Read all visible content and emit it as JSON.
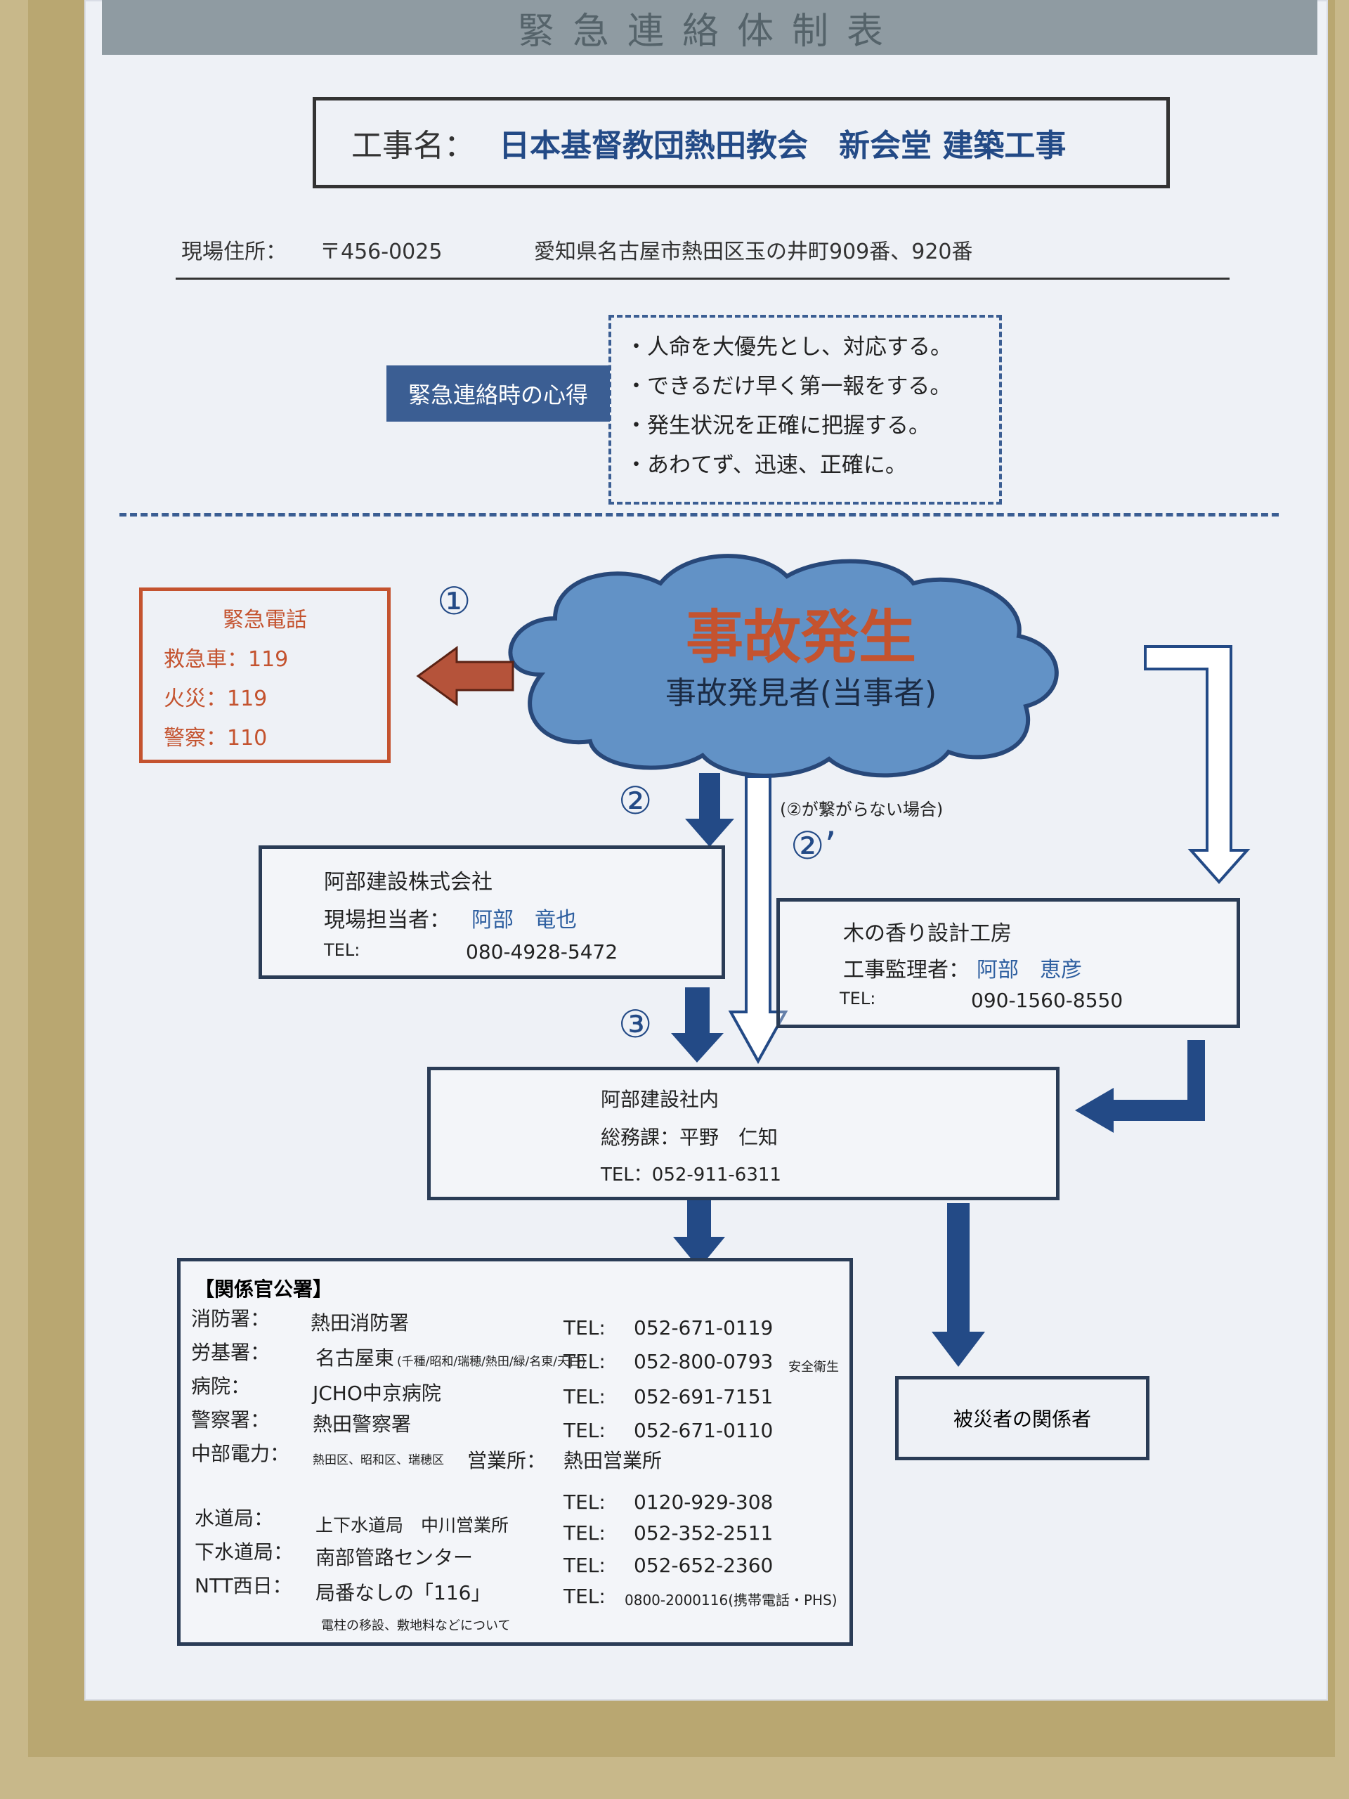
{
  "header": {
    "title": "緊急連絡体制表"
  },
  "project": {
    "label": "工事名：",
    "name": "日本基督教団熱田教会　新会堂 建築工事"
  },
  "address": {
    "label": "現場住所：",
    "postal": "〒456-0025",
    "location": "愛知県名古屋市熱田区玉の井町909番、920番"
  },
  "rules": {
    "tag": "緊急連絡時の心得",
    "items": [
      "・人命を大優先とし、対応する。",
      "・できるだけ早く第一報をする。",
      "・発生状況を正確に把握する。",
      "・あわてず、迅速、正確に。"
    ]
  },
  "emergency": {
    "title": "緊急電話",
    "lines": [
      "救急車：119",
      "火災：119",
      "警察：110"
    ]
  },
  "steps": {
    "s1": "①",
    "s2": "②",
    "s2b": "②’",
    "s3": "③"
  },
  "incident": {
    "title": "事故発生",
    "subtitle": "事故発見者(当事者)"
  },
  "note": "(②が繋がらない場合)",
  "abe_site": {
    "company": "阿部建設株式会社",
    "role_label": "現場担当者：",
    "person": "阿部　竜也",
    "tel_label": "TEL:",
    "tel": "080-4928-5472"
  },
  "kinokaori": {
    "company": "木の香り設計工房",
    "role_label": "工事監理者：",
    "person": "阿部　恵彦",
    "tel_label": "TEL:",
    "tel": "090-1560-8550"
  },
  "abe_office": {
    "line1": "阿部建設社内",
    "line2": "総務課：平野　仁知",
    "line3": "TEL：052-911-6311"
  },
  "authorities": {
    "header": "【関係官公署】",
    "rows": [
      {
        "cat": "消防署：",
        "name": "熱田消防署",
        "tel_label": "TEL:",
        "tel": "052-671-0119"
      },
      {
        "cat": "労基署：",
        "name": "名古屋東",
        "name_small": "(千種/昭和/瑞穂/熱田/緑/名東/天白)",
        "tel_label": "TEL:",
        "tel": "052-800-0793",
        "extra": "安全衛生"
      },
      {
        "cat": "病院：",
        "name": "JCHO中京病院",
        "tel_label": "TEL:",
        "tel": "052-691-7151"
      },
      {
        "cat": "警察署：",
        "name": "熱田警察署",
        "tel_label": "TEL:",
        "tel": "052-671-0110"
      },
      {
        "cat": "中部電力：",
        "name_small": "熱田区、昭和区、瑞穂区",
        "office_label": "営業所：",
        "office": "熱田営業所"
      },
      {
        "tel_label": "TEL:",
        "tel": "0120-929-308"
      },
      {
        "cat": "水道局：",
        "name": "上下水道局　中川営業所",
        "tel_label": "TEL:",
        "tel": "052-352-2511"
      },
      {
        "cat": "下水道局：",
        "name": "南部管路センター",
        "tel_label": "TEL:",
        "tel": "052-652-2360"
      },
      {
        "cat": "NTT西日：",
        "name": "局番なしの「116」",
        "tel_label": "TEL:",
        "tel": "0800-2000116(携帯電話・PHS)"
      }
    ],
    "footnote": "電柱の移設、敷地料などについて"
  },
  "victim": {
    "label": "被災者の関係者"
  },
  "colors": {
    "accent": "#3b5e93",
    "emergency": "#c4532f",
    "line": "#2a3c56",
    "cloud": "#5b8dc4"
  }
}
